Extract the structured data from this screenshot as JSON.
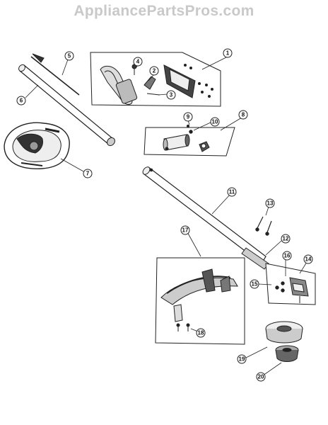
{
  "watermark": "AppliancePartsPros.com",
  "callouts": [
    "1",
    "2",
    "3",
    "4",
    "5",
    "6",
    "7",
    "8",
    "9",
    "10",
    "11",
    "12",
    "13",
    "14",
    "15",
    "16",
    "17",
    "18",
    "19",
    "20"
  ],
  "colors": {
    "ink": "#222222",
    "panel": "#ffffff",
    "watermark": "#c9c9c9"
  }
}
